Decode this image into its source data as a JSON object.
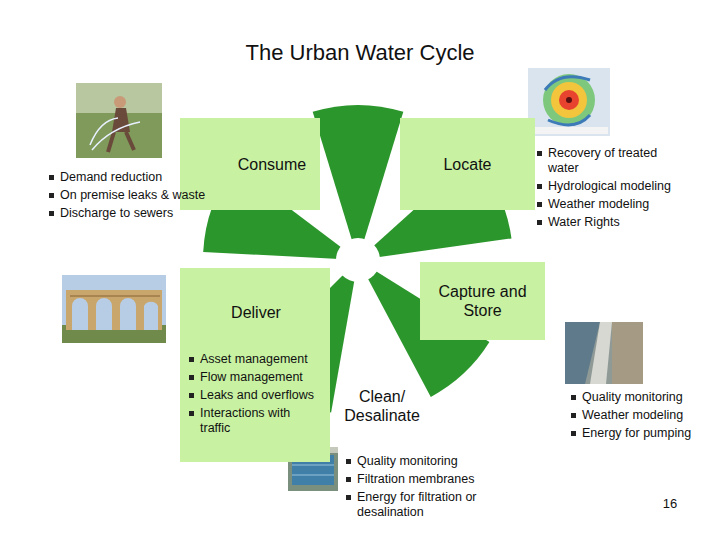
{
  "diagram": {
    "title": "The Urban Water Cycle",
    "nodes": [
      {
        "text": [
          "Consume"
        ]
      },
      {
        "text": [
          "Locate"
        ]
      },
      {
        "text": [
          "Deliver",
          "Asset management",
          "Flow management",
          "Leaks and overflows",
          "Interactions with traffic"
        ]
      },
      {
        "text": [
          "Capture and Store"
        ]
      },
      {
        "text": [
          "Clean/ Desalinate"
        ]
      }
    ],
    "labels": [
      "Demand reduction",
      "On premise leaks & waste",
      "Discharge to sewers",
      "Recovery of treated water",
      "Hydrological modeling",
      "Weather modeling",
      "Water Rights",
      "Quality monitoring",
      "Weather modeling",
      "Energy for pumping",
      "Quality monitoring",
      "Filtration membranes",
      "Energy for filtration or desalination",
      "16"
    ]
  }
}
